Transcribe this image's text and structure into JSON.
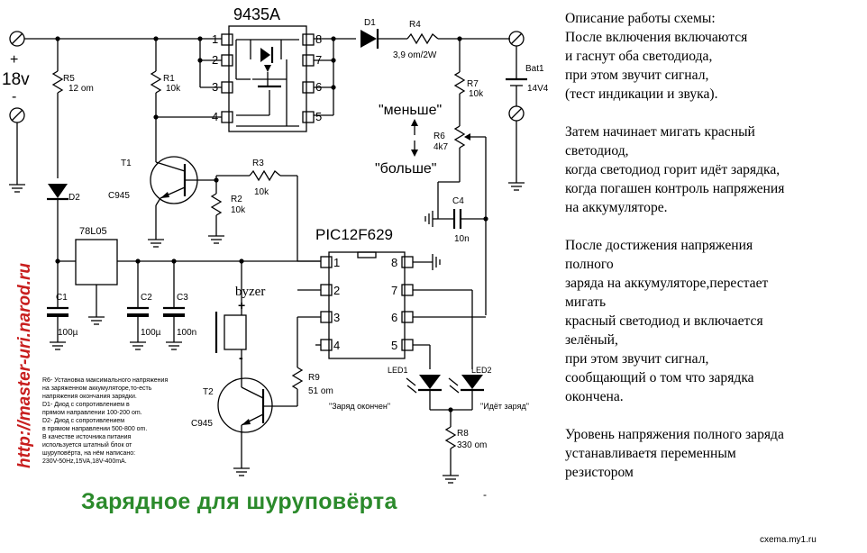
{
  "schematic": {
    "ic_mosfet": "9435A",
    "mosfet_pins_left": [
      "1",
      "2",
      "3",
      "4"
    ],
    "mosfet_pins_right": [
      "8",
      "7",
      "6",
      "5"
    ],
    "mcu": "PIC12F629",
    "mcu_pins_left": [
      "1",
      "2",
      "3",
      "4"
    ],
    "mcu_pins_right": [
      "8",
      "7",
      "6",
      "5"
    ],
    "supply_voltage": "18v",
    "supply_plus": "+",
    "supply_minus": "-",
    "r5": {
      "ref": "R5",
      "value": "12 om"
    },
    "r1": {
      "ref": "R1",
      "value": "10k"
    },
    "t1": {
      "ref": "T1",
      "type": "C945"
    },
    "r3": {
      "ref": "R3",
      "value": "10k"
    },
    "r2": {
      "ref": "R2",
      "value": "10k"
    },
    "d1": {
      "ref": "D1"
    },
    "d2": {
      "ref": "D2"
    },
    "r4": {
      "ref": "R4",
      "value": "3,9 om/2W"
    },
    "r7": {
      "ref": "R7",
      "value": "10k"
    },
    "r6": {
      "ref": "R6",
      "value": "4k7"
    },
    "bat": {
      "ref": "Bat1",
      "value": "14V4"
    },
    "less_label": "\"меньше\"",
    "more_label": "\"больше\"",
    "c4": {
      "ref": "C4",
      "value": "10n"
    },
    "reg": "78L05",
    "c1": {
      "ref": "C1",
      "value": "100µ"
    },
    "c2": {
      "ref": "C2",
      "value": "100µ"
    },
    "c3": {
      "ref": "C3",
      "value": "100n"
    },
    "buzzer": "byzer",
    "buzzer_plus": "+",
    "buzzer_minus": "-",
    "t2": {
      "ref": "T2",
      "type": "C945"
    },
    "r9": {
      "ref": "R9",
      "value": "51 om"
    },
    "led1": {
      "ref": "LED1",
      "caption": "\"Заряд окончен\""
    },
    "led2": {
      "ref": "LED2",
      "caption": "\"Идёт заряд\""
    },
    "r8": {
      "ref": "R8",
      "value": "330 om"
    },
    "notes": [
      "R6- Установка максимального напряжения",
      "на заряженном аккумуляторе,то-есть",
      "напряжения окончания зарядки.",
      "D1- Диод с сопротивлением в",
      "прямом направлении 100-200 om.",
      "D2- Диод с сопротивлением",
      "в прямом направлении 500-800 om.",
      "В качестве источника питания",
      "используется штатный блок от",
      "шуруповёрта, на нём написано:",
      "230V-50Hz,15VA,18V-400mA."
    ],
    "side_url": "http://master-uri.narod.ru"
  },
  "description": {
    "paragraphs": [
      [
        "Описание работы схемы:",
        "После включения включаются",
        "и гаснут оба светодиода,",
        "при этом звучит сигнал,",
        "(тест индикации и звука)."
      ],
      [
        "Затем начинает мигать красный",
        "светодиод,",
        "когда светодиод горит идёт зарядка,",
        "когда погашен контроль напряжения",
        "на аккумуляторе."
      ],
      [
        "После достижения напряжения",
        "полного",
        "заряда на аккумуляторе,перестает",
        "мигать",
        "красный светодиод и включается",
        "зелёный,",
        "при этом звучит сигнал,",
        "сообщающий о том что зарядка",
        "окончена."
      ],
      [
        "Уровень напряжения полного заряда",
        "устанавливаетя переменным",
        "резистором"
      ]
    ]
  },
  "footer": {
    "title": "Зарядное для шуруповёрта",
    "title_mark": "-",
    "site": "cxema.my1.ru"
  },
  "colors": {
    "title_green": "#2b8a2b",
    "url_red": "#c81e1e",
    "led_glow_red": "#cc0000"
  }
}
